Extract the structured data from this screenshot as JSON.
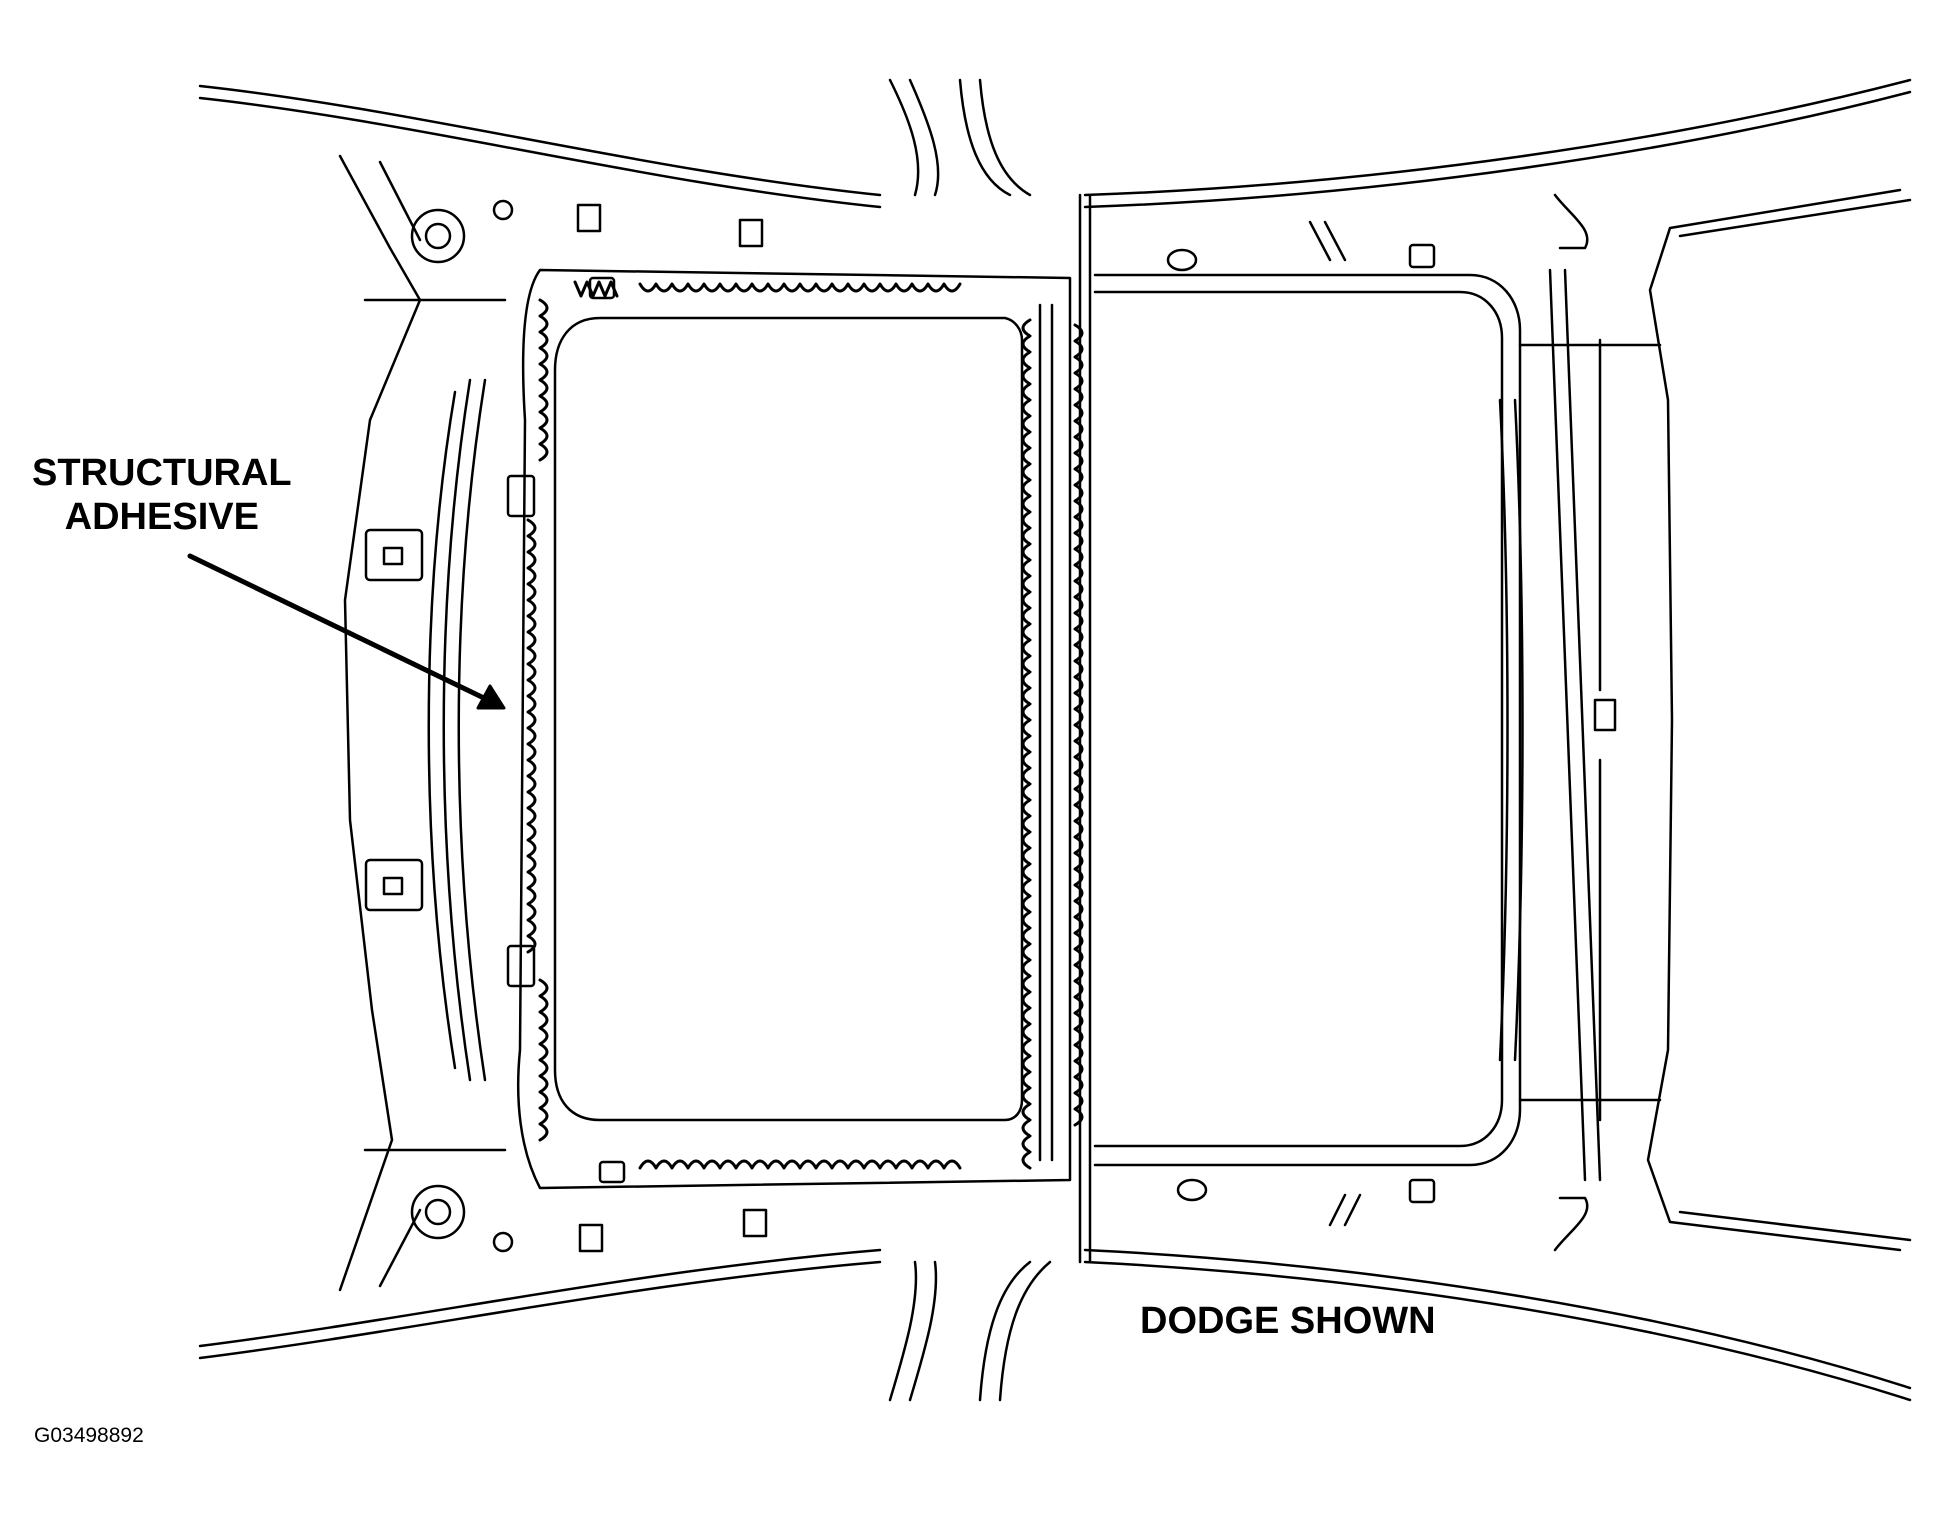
{
  "figure": {
    "callout_line1": "STRUCTURAL",
    "callout_line2": "ADHESIVE",
    "model_note": "DODGE SHOWN",
    "figure_id": "G03498892"
  },
  "colors": {
    "line": "#000000",
    "paper": "#ffffff"
  }
}
